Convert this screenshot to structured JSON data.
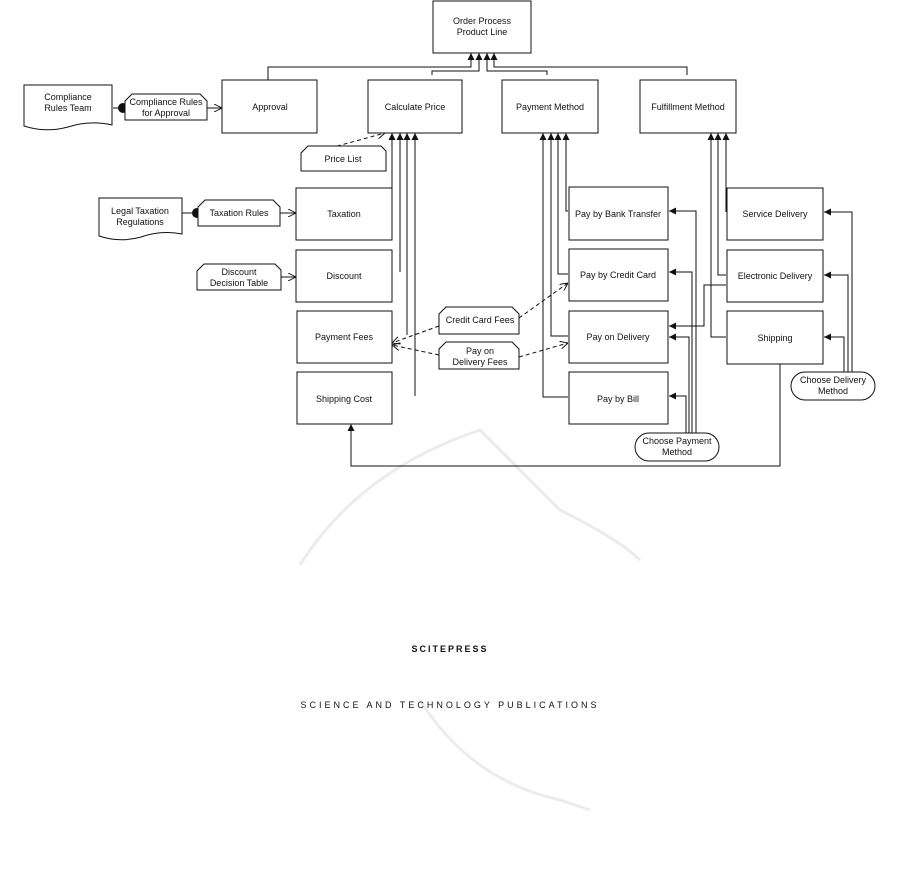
{
  "watermark": {
    "line1": "SCITEPRESS",
    "line2": "SCIENCE AND TECHNOLOGY PUBLICATIONS"
  },
  "nodes": {
    "order_process": [
      "Order Process",
      "Product Line"
    ],
    "approval": [
      "Approval"
    ],
    "calculate_price": [
      "Calculate Price"
    ],
    "payment_method": [
      "Payment Method"
    ],
    "fulfillment_method": [
      "Fulfillment Method"
    ],
    "taxation": [
      "Taxation"
    ],
    "discount": [
      "Discount"
    ],
    "payment_fees": [
      "Payment Fees"
    ],
    "shipping_cost": [
      "Shipping Cost"
    ],
    "pay_bank_transfer": [
      "Pay by Bank Transfer"
    ],
    "pay_credit_card": [
      "Pay by Credit Card"
    ],
    "pay_on_delivery": [
      "Pay on Delivery"
    ],
    "pay_by_bill": [
      "Pay by Bill"
    ],
    "service_delivery": [
      "Service Delivery"
    ],
    "electronic_delivery": [
      "Electronic Delivery"
    ],
    "shipping": [
      "Shipping"
    ]
  },
  "documents": {
    "compliance_team": [
      "Compliance",
      "Rules Team"
    ],
    "legal_taxation": [
      "Legal Taxation",
      "Regulations"
    ]
  },
  "artifacts": {
    "compliance_rules": [
      "Compliance Rules",
      "for Approval"
    ],
    "taxation_rules": [
      "Taxation Rules"
    ],
    "price_list": [
      "Price List"
    ],
    "discount_table": [
      "Discount",
      "Decision Table"
    ],
    "credit_card_fees": [
      "Credit Card Fees"
    ],
    "pod_fees": [
      "Pay on",
      "Delivery Fees"
    ]
  },
  "decisions": {
    "choose_payment": [
      "Choose Payment",
      "Method"
    ],
    "choose_delivery": [
      "Choose Delivery",
      "Method"
    ]
  }
}
